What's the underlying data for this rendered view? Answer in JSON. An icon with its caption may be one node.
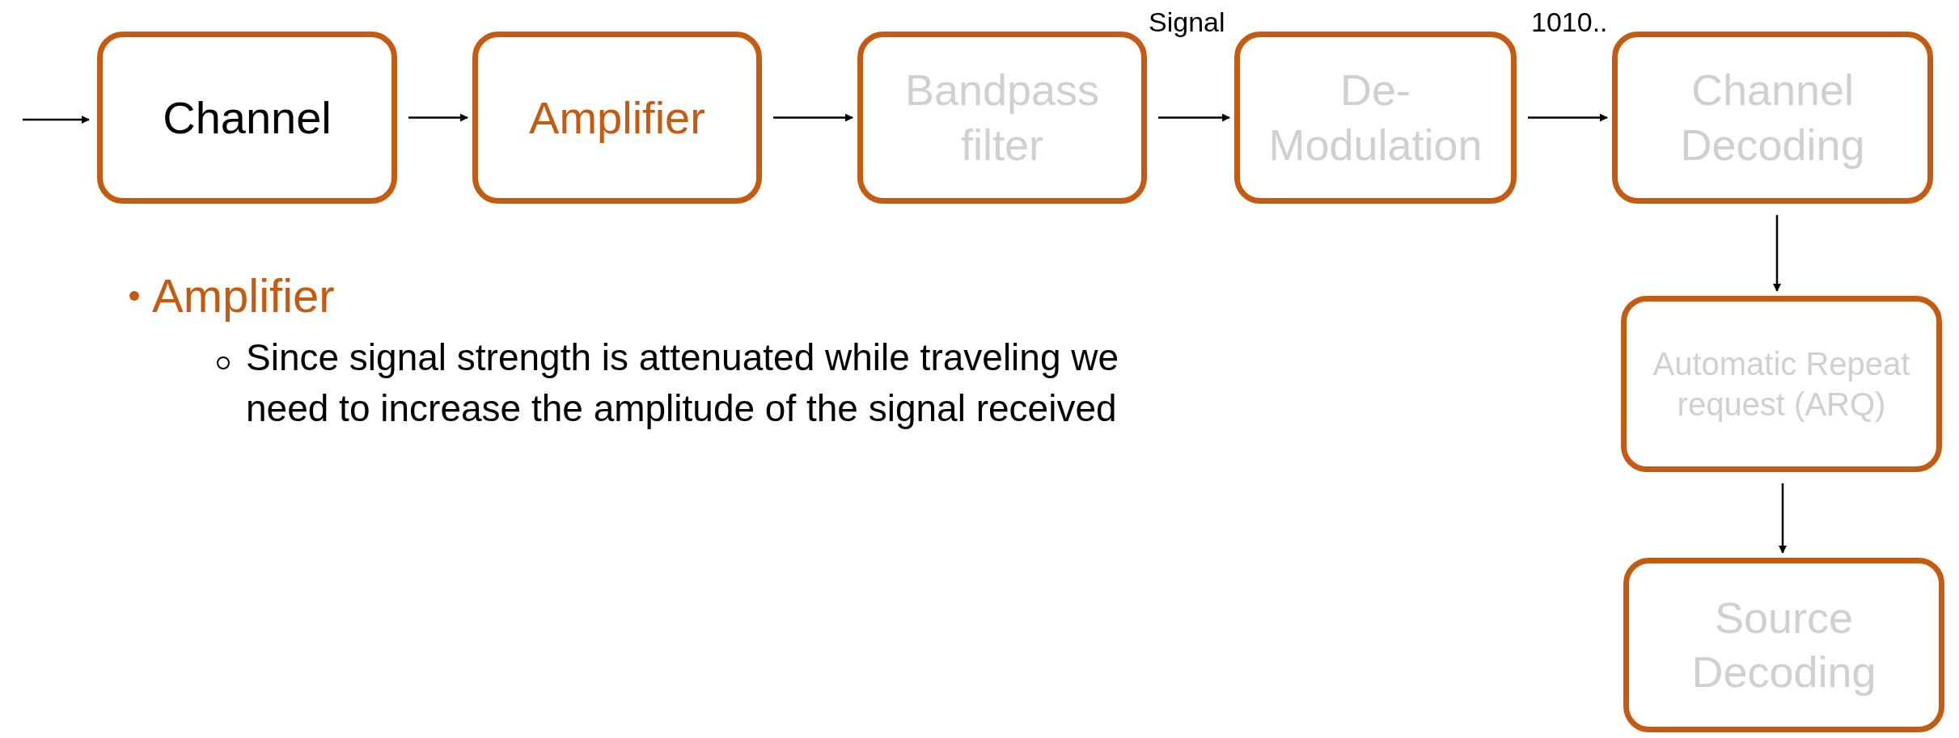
{
  "diagram": {
    "nodes": [
      {
        "text": [
          "Channel"
        ]
      },
      {
        "text": [
          "Amplifier"
        ]
      },
      {
        "text": [
          "Bandpass filter"
        ]
      },
      {
        "text": [
          "De-Modulation"
        ]
      },
      {
        "text": [
          "Channel Decoding"
        ]
      },
      {
        "text": [
          "Automatic Repeat request (ARQ)"
        ]
      },
      {
        "text": [
          "Source Decoding"
        ]
      }
    ],
    "edges": [
      {
        "from": null,
        "to": 0,
        "arrow": "to"
      },
      {
        "from": 0,
        "to": 1,
        "arrow": "to"
      },
      {
        "from": 1,
        "to": 2,
        "arrow": "to"
      },
      {
        "from": 2,
        "to": 3,
        "label": "Signal",
        "arrow": "to"
      },
      {
        "from": 3,
        "to": 4,
        "label": "1010..",
        "arrow": "to"
      },
      {
        "from": 4,
        "to": 5,
        "arrow": "to"
      },
      {
        "from": 5,
        "to": 6,
        "arrow": "to"
      }
    ],
    "labels": [
      "Amplifier",
      "Since signal strength is attenuated while traveling we need to increase the amplitude of the signal received"
    ]
  }
}
